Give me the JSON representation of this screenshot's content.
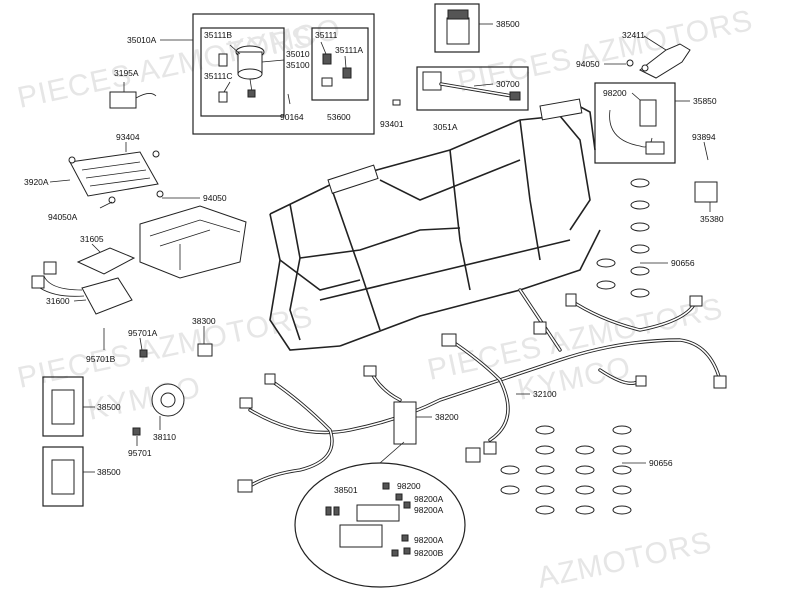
{
  "watermarks": [
    "PIECES AZMOTORS",
    "KYMCO",
    "PIECES AZMOTORS",
    "KYMCO",
    "PIECES AZMOTORS",
    "KYMCO",
    "AZMOTORS"
  ],
  "callouts": [
    {
      "id": "35010A",
      "text": "35010A"
    },
    {
      "id": "35111B",
      "text": "35111B"
    },
    {
      "id": "35111C",
      "text": "35111C"
    },
    {
      "id": "35010",
      "text": "35010"
    },
    {
      "id": "35100",
      "text": "35100"
    },
    {
      "id": "35111",
      "text": "35111"
    },
    {
      "id": "35111A",
      "text": "35111A"
    },
    {
      "id": "53600",
      "text": "53600"
    },
    {
      "id": "90164",
      "text": "90164"
    },
    {
      "id": "38500a",
      "text": "38500"
    },
    {
      "id": "32411",
      "text": "32411"
    },
    {
      "id": "94050a",
      "text": "94050"
    },
    {
      "id": "3195A",
      "text": "3195A"
    },
    {
      "id": "30700",
      "text": "30700"
    },
    {
      "id": "3051A",
      "text": "3051A"
    },
    {
      "id": "93401",
      "text": "93401"
    },
    {
      "id": "98200a",
      "text": "98200"
    },
    {
      "id": "35850",
      "text": "35850"
    },
    {
      "id": "93404",
      "text": "93404"
    },
    {
      "id": "93894",
      "text": "93894"
    },
    {
      "id": "3920A",
      "text": "3920A"
    },
    {
      "id": "94050b",
      "text": "94050"
    },
    {
      "id": "94050A",
      "text": "94050A"
    },
    {
      "id": "35380",
      "text": "35380"
    },
    {
      "id": "31605",
      "text": "31605"
    },
    {
      "id": "90656a",
      "text": "90656"
    },
    {
      "id": "31600",
      "text": "31600"
    },
    {
      "id": "95701A",
      "text": "95701A"
    },
    {
      "id": "38300",
      "text": "38300"
    },
    {
      "id": "95701B",
      "text": "95701B"
    },
    {
      "id": "38500b",
      "text": "38500"
    },
    {
      "id": "38200",
      "text": "38200"
    },
    {
      "id": "32100",
      "text": "32100"
    },
    {
      "id": "38110",
      "text": "38110"
    },
    {
      "id": "95701",
      "text": "95701"
    },
    {
      "id": "90656b",
      "text": "90656"
    },
    {
      "id": "38500c",
      "text": "38500"
    },
    {
      "id": "38501",
      "text": "38501"
    },
    {
      "id": "98200b",
      "text": "98200"
    },
    {
      "id": "98200A1",
      "text": "98200A"
    },
    {
      "id": "98200A2",
      "text": "98200A"
    },
    {
      "id": "98200A3",
      "text": "98200A"
    },
    {
      "id": "98200B",
      "text": "98200B"
    }
  ]
}
